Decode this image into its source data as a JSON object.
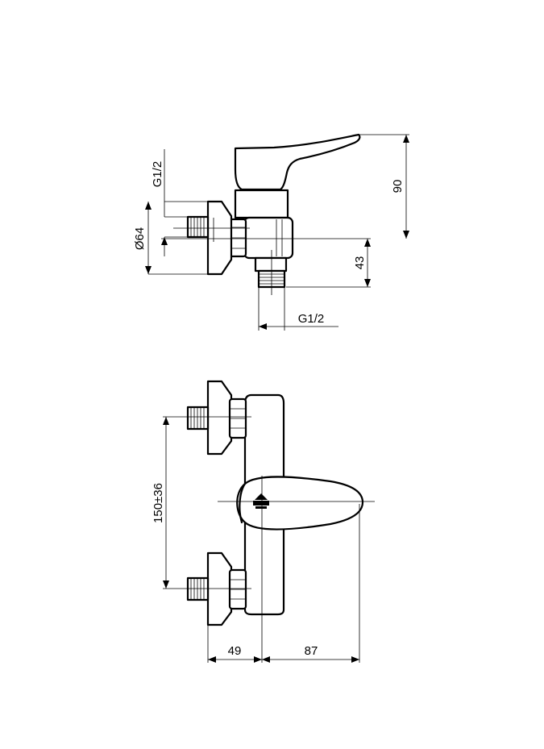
{
  "side_view": {
    "dims": {
      "thread_top": "G1/2",
      "diameter": "Ø64",
      "height_total": "90",
      "height_outlet": "43",
      "thread_bottom": "G1/2"
    }
  },
  "front_view": {
    "dims": {
      "center_distance": "150±36",
      "depth_connector": "49",
      "depth_lever": "87"
    }
  }
}
